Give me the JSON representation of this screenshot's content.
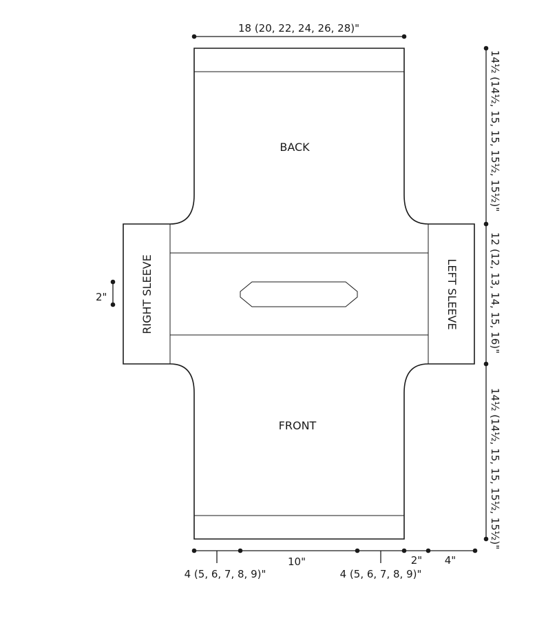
{
  "pieces": {
    "back": "BACK",
    "front": "FRONT",
    "right_sleeve": "RIGHT SLEEVE",
    "left_sleeve": "LEFT SLEEVE"
  },
  "dimensions": {
    "width_top": "18 (20, 22, 24, 26, 28)\"",
    "back_length": "14½ (14½, 15, 15, 15½, 15½)\"",
    "sleeve_length": "12 (12, 13, 14, 15, 16)\"",
    "front_length": "14½ (14½, 15, 15, 15½, 15½)\"",
    "cuff": "2\"",
    "shoulder_left": "4 (5, 6, 7, 8, 9)\"",
    "neck": "10\"",
    "shoulder_right": "4 (5, 6, 7, 8, 9)\"",
    "armhole_gap": "2\"",
    "sleeve_depth": "4\""
  }
}
